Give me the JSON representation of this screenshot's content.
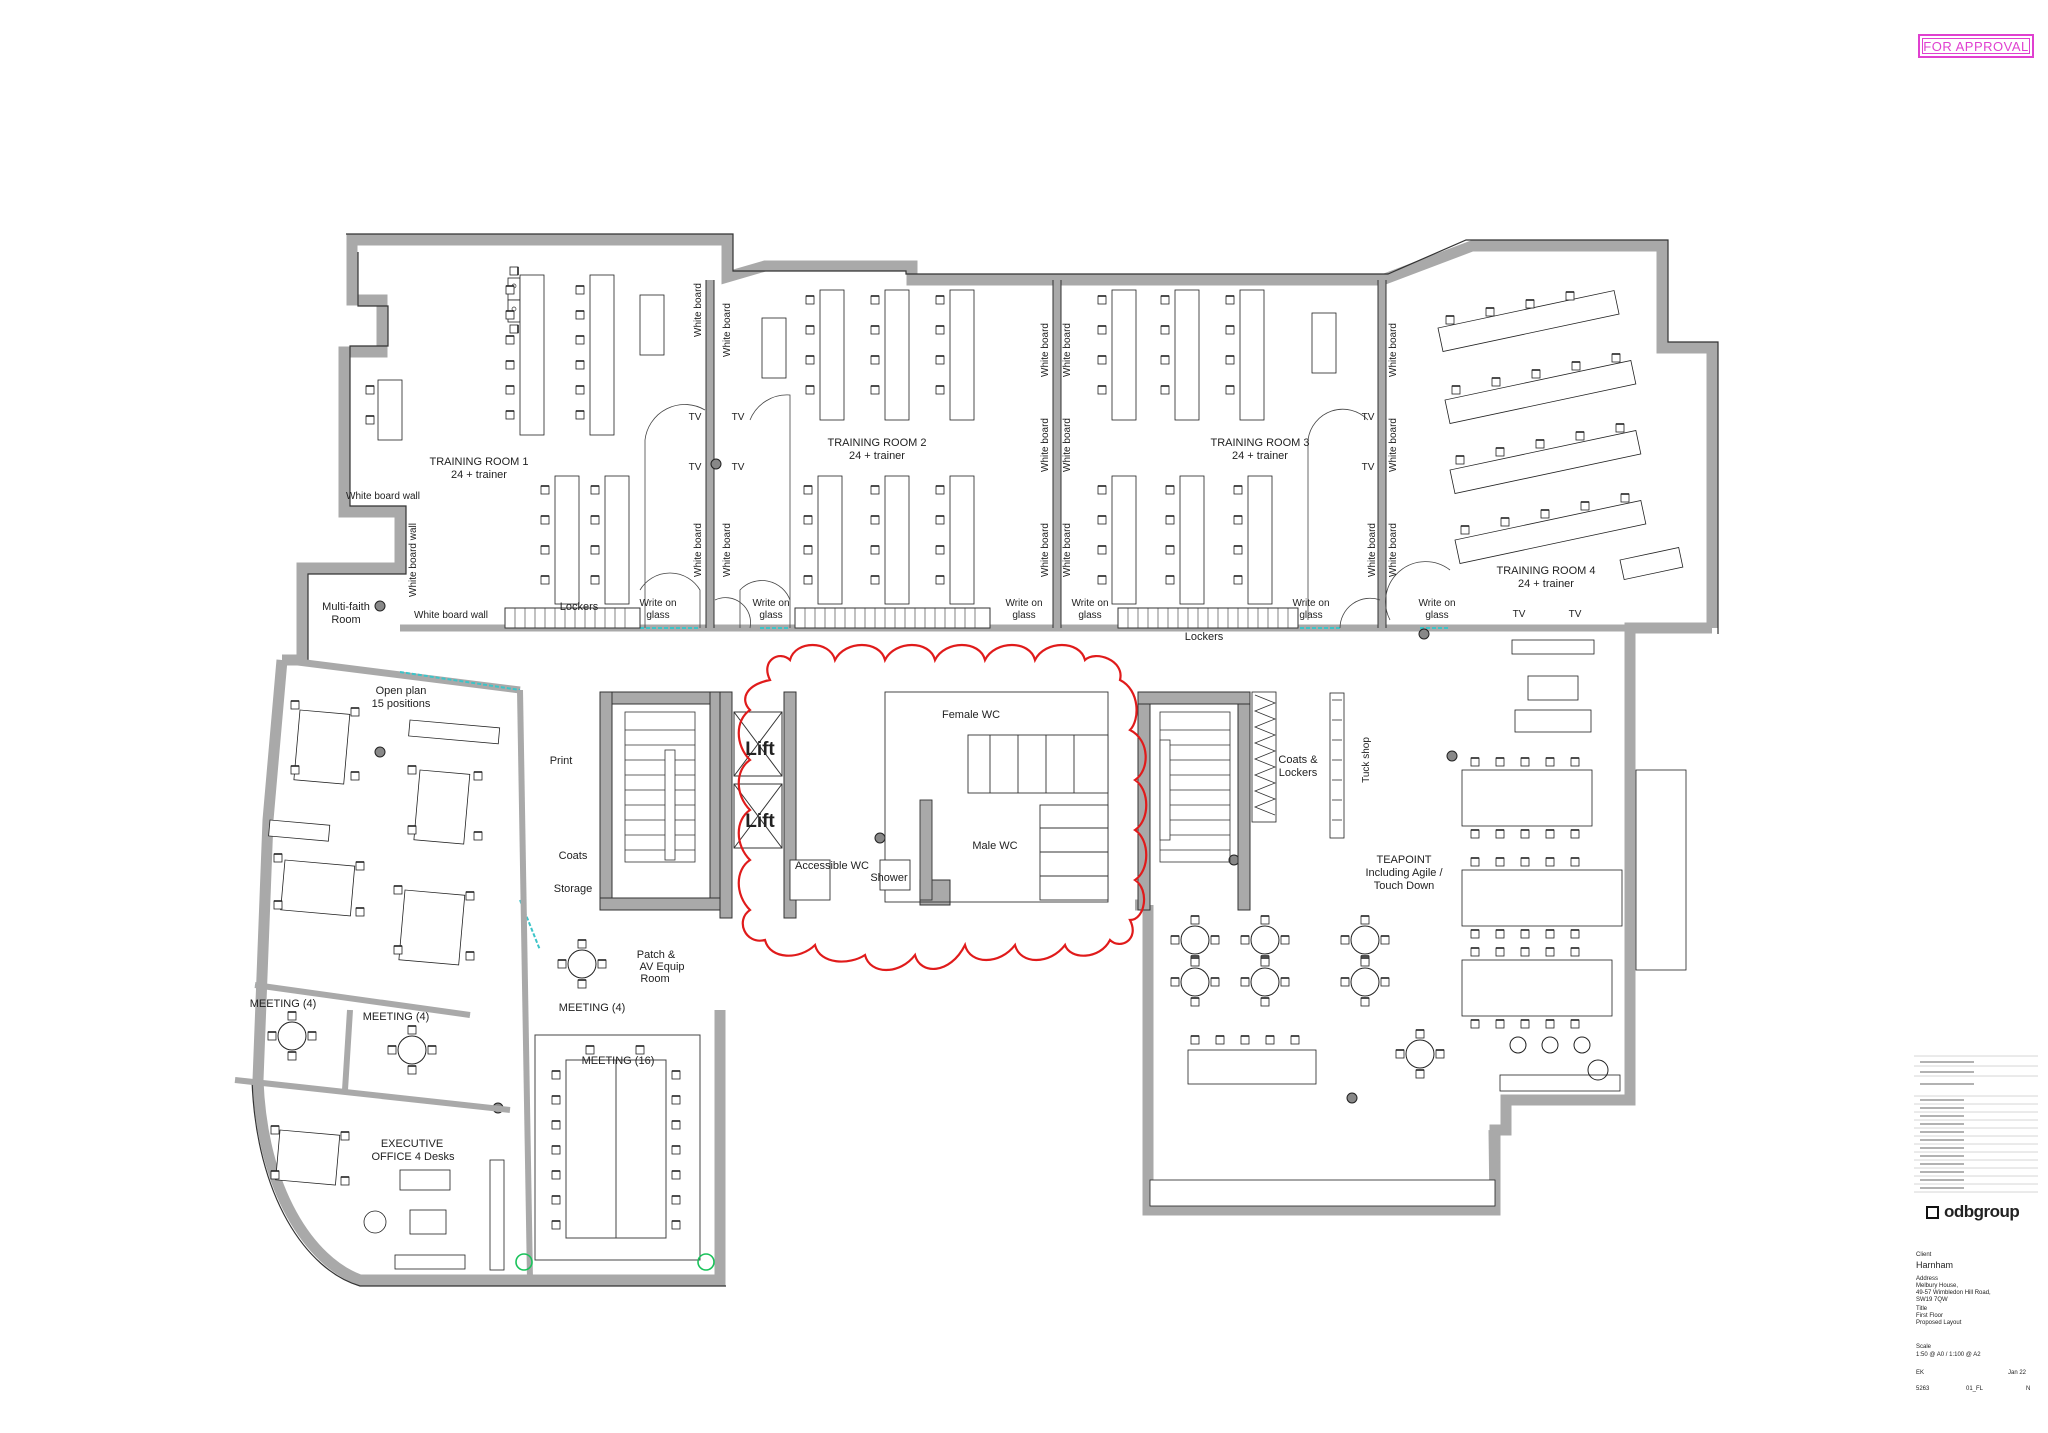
{
  "stamp": "FOR APPROVAL",
  "rooms": {
    "training1_name": "TRAINING ROOM 1",
    "training1_cap": "24 + trainer",
    "training2_name": "TRAINING ROOM 2",
    "training2_cap": "24 + trainer",
    "training3_name": "TRAINING ROOM 3",
    "training3_cap": "24 + trainer",
    "training4_name": "TRAINING ROOM 4",
    "training4_cap": "24 + trainer",
    "multifaith_1": "Multi-faith",
    "multifaith_2": "Room",
    "openplan_1": "Open plan",
    "openplan_2": "15 positions",
    "print": "Print",
    "coats": "Coats",
    "storage": "Storage",
    "patch_1": "Patch &",
    "patch_2": "AV Equip",
    "patch_3": "Room",
    "meeting4_a": "MEETING (4)",
    "meeting4_b": "MEETING (4)",
    "meeting4_c": "MEETING (4)",
    "meeting16": "MEETING (16)",
    "exec_1": "EXECUTIVE",
    "exec_2": "OFFICE 4 Desks",
    "lift": "Lift",
    "female_wc": "Female WC",
    "male_wc": "Male WC",
    "accessible_wc": "Accessible WC",
    "shower": "Shower",
    "coats_lockers_1": "Coats &",
    "coats_lockers_2": "Lockers",
    "tuck_shop": "Tuck shop",
    "teapoint_1": "TEAPOINT",
    "teapoint_2": "Including Agile /",
    "teapoint_3": "Touch Down"
  },
  "annotations": {
    "whiteboard": "White board",
    "whiteboard_wall": "White board wall",
    "write_on_1": "Write on",
    "write_on_2": "glass",
    "tv": "TV",
    "lockers": "Lockers"
  },
  "title_block": {
    "company": "odbgroup",
    "project_label": "Client",
    "project": "Harnham",
    "address_label": "Address",
    "address_1": "Melbury House,",
    "address_2": "49-57 Wimbledon Hill Road,",
    "address_3": "SW19 7QW",
    "drawing_label": "Title",
    "drawing_1": "First Floor",
    "drawing_2": "Proposed Layout",
    "scale_label": "Scale",
    "scale": "1:50 @ A0 / 1:100 @ A2",
    "drawn": "EK",
    "date": "Jan 22",
    "job": "5263",
    "drawing_no": "01_FL",
    "revision": "N"
  },
  "colors": {
    "wall": "#a9a9a9",
    "wall_stroke": "#333333",
    "glass": "#3cc4c8",
    "revision_cloud": "#e01b1b",
    "stamp": "#e040d0",
    "plant": "#19c25a"
  }
}
